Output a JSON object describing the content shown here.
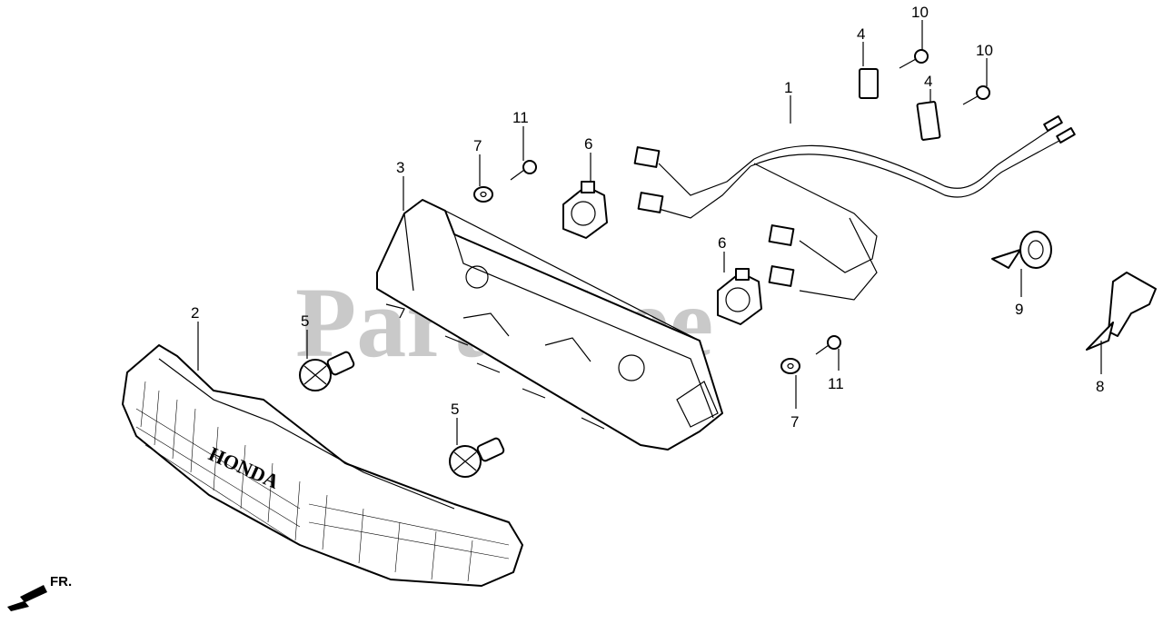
{
  "watermark": "PartsTree",
  "lens_brand": "HONDA",
  "direction_label": "FR.",
  "callouts": [
    "1",
    "2",
    "3",
    "4",
    "4",
    "5",
    "5",
    "6",
    "6",
    "7",
    "7",
    "8",
    "9",
    "10",
    "10",
    "11",
    "11"
  ],
  "colors": {
    "line": "#000000",
    "watermark": "#c9c9c9",
    "background": "#ffffff"
  }
}
